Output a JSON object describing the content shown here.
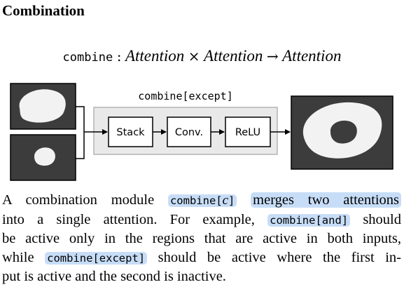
{
  "section_title": "Combination",
  "signature": {
    "fn": "combine",
    "colon": ":",
    "type_a": "Attention",
    "times": "×",
    "type_b": "Attention",
    "arrow": "→",
    "type_out": "Attention"
  },
  "diagram": {
    "module_label": "combine[except]",
    "stages": [
      "Stack",
      "Conv.",
      "ReLU"
    ],
    "colors": {
      "image_bg": "#3c3c3c",
      "shape": "#f2f2f2",
      "module_bg": "#e9e9e9",
      "module_border": "#b4b4b4"
    }
  },
  "paragraph": {
    "l1_a": "A combination module ",
    "l1_code_a": "combine[",
    "l1_code_var": "c",
    "l1_code_b": "]",
    "l1_hl": "merges two attentions",
    "l2_a": "into a single attention.  For example, ",
    "l2_code": "combine[and]",
    "l2_b": " should",
    "l3": "be active only in the regions that are active in both inputs,",
    "l4_a": "while ",
    "l4_code": "combine[except]",
    "l4_b": " should be active where the first in-",
    "l5": "put is active and the second is inactive."
  }
}
